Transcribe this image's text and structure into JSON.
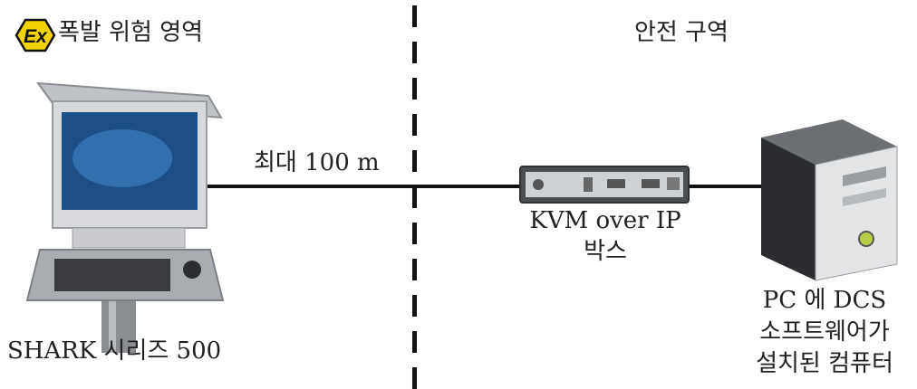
{
  "zones": {
    "hazard": {
      "title": "폭발 위험 영역",
      "badge": "Ex",
      "badge_color": "#f4d400"
    },
    "safe": {
      "title": "안전 구역"
    }
  },
  "link": {
    "distance": "최대 100 m"
  },
  "devices": {
    "shark": {
      "label": "SHARK 시리즈 500"
    },
    "kvm": {
      "label_line1": "KVM over IP",
      "label_line2": "박스"
    },
    "pc": {
      "label_line1": "PC 에 DCS",
      "label_line2": "소프트웨어가",
      "label_line3": "설치된 컴퓨터"
    }
  }
}
